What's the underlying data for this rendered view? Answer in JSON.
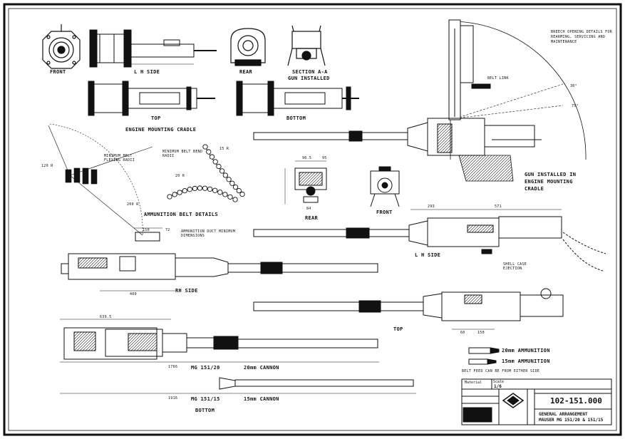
{
  "views": {
    "front": "FRONT",
    "lh_side_cradle": "L H SIDE",
    "rear_cradle": "REAR",
    "section_aa": "SECTION A-A",
    "gun_installed_small": "GUN INSTALLED",
    "top": "TOP",
    "bottom": "BOTTOM",
    "engine_mounting_cradle": "ENGINE MOUNTING CRADLE",
    "gun_installed_engine": "GUN INSTALLED IN ENGINE MOUNTING CRADLE",
    "breech_note": "BREECH OPENING DETAILS FOR REARMING, SERVICING AND MAINTENANCE",
    "belt_link": "BELT LINK",
    "min_belt_flexing": "MINIMUM BELT FLEXING RADII",
    "min_belt_bend": "MINIMUM BELT BEND RADII",
    "ammo_belt_details": "AMMUNITION BELT DETAILS",
    "ammo_duct": "AMMUNITION DUCT MINIMUM DIMENSIONS",
    "rear_small": "REAR",
    "front_small": "FRONT",
    "lh_side_gun": "L H SIDE",
    "shell_case": "SHELL CASE EJECTION",
    "rh_side": "RH SIDE",
    "top_gun": "TOP",
    "ammo_20": "20mm AMMUNITION",
    "ammo_15": "15mm AMMUNITION",
    "belt_feed": "BELT FEED CAN BE FROM EITHER SIDE",
    "mg_151_20": "MG 151/20",
    "cannon_20": "20mm CANNON",
    "mg_151_15": "MG 151/15",
    "cannon_15": "15mm CANNON",
    "bottom_gun": "BOTTOM"
  },
  "dimensions": {
    "d_30": "30°",
    "d_75": "75°",
    "d_120": "120 R",
    "d_200": "200 R",
    "d_15": "15 R",
    "d_20": "20 R",
    "d_905": "90.5",
    "d_95": "95",
    "d_84": "84",
    "d_293": "293",
    "d_571": "571",
    "d_150": "150",
    "d_72": "72",
    "d_400": "400",
    "d_6395": "639.5",
    "d_60": "60",
    "d_150b": "150",
    "d_1766": "1766",
    "d_1916": "1916"
  },
  "title_block": {
    "material_label": "Material",
    "scale_label": "Scale",
    "scale_value": "1/6",
    "drawing_no": "102-151.000",
    "title_line1": "GENERAL ARRANGEMENT",
    "title_line2": "MAUSER MG 151/20 & 151/15"
  }
}
